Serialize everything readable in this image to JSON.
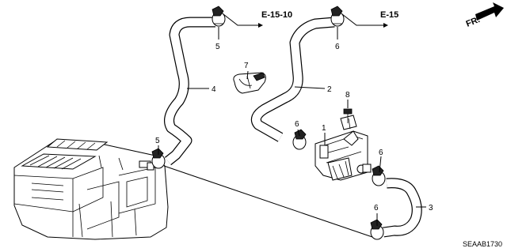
{
  "diagram": {
    "ref_codes": {
      "upper_left": "E-15-10",
      "upper_right": "E-15"
    },
    "direction_label": "FR.",
    "diagram_code": "SEAAB1730",
    "callouts": {
      "hose_2": "2",
      "hose_3": "3",
      "hose_4": "4",
      "clamp_5_top": "5",
      "clamp_5_left": "5",
      "clamp_6_top": "6",
      "clamp_6_mid": "6",
      "clamp_6_right": "6",
      "clamp_6_bottom": "6",
      "clip_7": "7",
      "bolt_8": "8",
      "valve_1": "1"
    }
  }
}
